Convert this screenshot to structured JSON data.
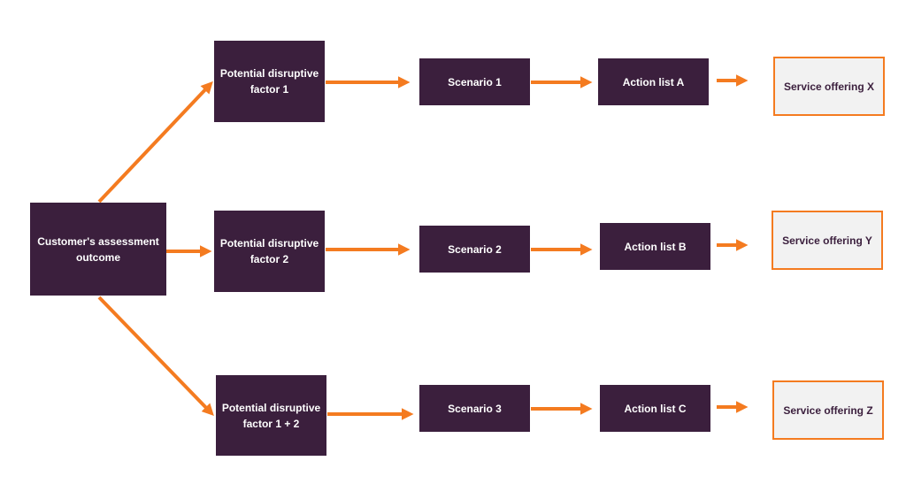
{
  "colors": {
    "node_fill": "#3b1f3d",
    "node_text": "#ffffff",
    "arrow": "#f47b20",
    "offering_fill": "#f2f2f2",
    "offering_text": "#3b1f3d"
  },
  "root": {
    "label": "Customer's assessment outcome"
  },
  "factors": [
    {
      "label": "Potential disruptive factor 1"
    },
    {
      "label": "Potential disruptive factor 2"
    },
    {
      "label": "Potential disruptive factor 1 + 2"
    }
  ],
  "scenarios": [
    {
      "label": "Scenario 1"
    },
    {
      "label": "Scenario 2"
    },
    {
      "label": "Scenario 3"
    }
  ],
  "action_lists": [
    {
      "label": "Action list A"
    },
    {
      "label": "Action list B"
    },
    {
      "label": "Action list C"
    }
  ],
  "offerings": [
    {
      "label": "Service offering X"
    },
    {
      "label": "Service offering Y"
    },
    {
      "label": "Service offering Z"
    }
  ]
}
